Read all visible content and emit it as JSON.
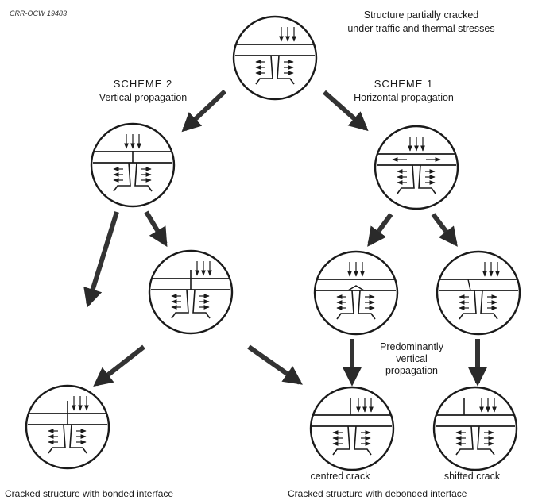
{
  "reference": "CRR-OCW 19483",
  "top_caption": [
    "Structure partially cracked",
    "under traffic and thermal stresses"
  ],
  "scheme2": {
    "title": "SCHEME 2",
    "subtitle": "Vertical propagation"
  },
  "scheme1": {
    "title": "SCHEME 1",
    "subtitle": "Horizontal propagation"
  },
  "middle_caption": [
    "Predominantly",
    "vertical",
    "propagation"
  ],
  "centred_label": "centred crack",
  "shifted_label": "shifted crack",
  "bonded_caption": "Cracked structure with bonded interface",
  "debonded_caption": "Cracked structure with debonded interface"
}
